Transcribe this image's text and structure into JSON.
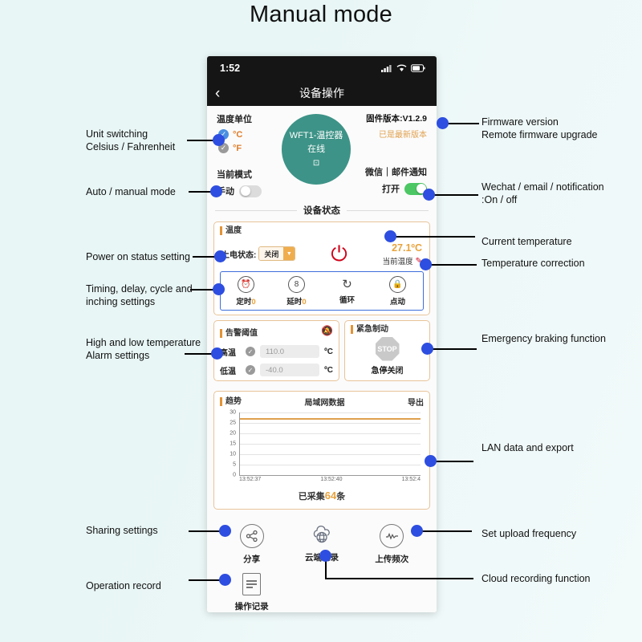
{
  "page": {
    "title": "Manual mode"
  },
  "phone": {
    "status_bar": {
      "time": "1:52",
      "signal_icon": "cellular-signal-icon",
      "wifi_icon": "wifi-icon",
      "battery_icon": "battery-icon"
    },
    "nav": {
      "back_icon": "chevron-left-icon",
      "title": "设备操作"
    },
    "unit": {
      "section_label": "温度单位",
      "options": [
        {
          "label": "°C",
          "selected": true,
          "check": "✓"
        },
        {
          "label": "°F",
          "selected": false,
          "check": "✓"
        }
      ]
    },
    "firmware": {
      "version_label": "固件版本:V1.2.9",
      "status": "已是最新版本"
    },
    "device": {
      "name": "WFT1-温控器",
      "state": "在线",
      "edit_icon": "edit-square-icon"
    },
    "mode": {
      "label": "当前模式",
      "value": "手动",
      "toggle_on": false
    },
    "notify": {
      "label": "微信｜邮件通知",
      "value": "打开",
      "toggle_on": true
    },
    "section_divider": "设备状态",
    "temperature_card": {
      "title": "温度",
      "power_state_label": "上电状态:",
      "power_state_value": "关闭",
      "power_icon": "power-button-icon",
      "current_value": "27.1ºC",
      "current_label": "当前温度",
      "correct_icon": "pencil-edit-icon",
      "quads": [
        {
          "icon": "alarm-clock-icon",
          "label": "定时",
          "num": "0"
        },
        {
          "icon": "hourglass-icon",
          "label": "延时",
          "num": "0"
        },
        {
          "icon": "cycle-arrows-icon",
          "label": "循环",
          "num": ""
        },
        {
          "icon": "lock-icon",
          "label": "点动",
          "num": ""
        }
      ]
    },
    "alarm_card": {
      "title": "告警阈值",
      "mute_icon": "bell-muted-icon",
      "rows": [
        {
          "label": "高温",
          "value": "110.0",
          "unit": "ºC",
          "checked": true
        },
        {
          "label": "低温",
          "value": "-40.0",
          "unit": "ºC",
          "checked": true
        }
      ]
    },
    "emergency_card": {
      "title": "紧急制动",
      "stop_icon": "stop-sign-icon",
      "stop_text": "STOP",
      "label": "急停关闭"
    },
    "trend_card": {
      "title": "趋势",
      "middle_label": "局域网数据",
      "export_label": "导出",
      "collected_prefix": "已采集",
      "collected_num": "64",
      "collected_suffix": "条"
    },
    "bottom_icons": [
      {
        "icon": "share-nodes-icon",
        "label": "分享"
      },
      {
        "icon": "cloud-globe-icon",
        "label": "云端记录"
      },
      {
        "icon": "waveform-circle-icon",
        "label": "上传频次"
      }
    ],
    "bottom_icons2": [
      {
        "icon": "document-lines-icon",
        "label": "操作记录"
      }
    ]
  },
  "chart_data": {
    "type": "line",
    "title": "局域网数据",
    "xlabel": "",
    "ylabel": "",
    "ylim": [
      0,
      30
    ],
    "yticks": [
      0,
      5,
      10,
      15,
      20,
      25,
      30
    ],
    "xticks": [
      "13:52:37",
      "13:52:40",
      "13:52:4"
    ],
    "grid": true,
    "legend": "none",
    "series": [
      {
        "name": "温度",
        "color": "#e0a04e",
        "values": [
          27.1,
          27.1,
          27.1,
          27.1,
          27.1,
          27.1,
          27.1
        ]
      }
    ],
    "annotation": "已采集64条"
  },
  "annotations": {
    "left": [
      {
        "text": "Unit switching\nCelsius / Fahrenheit",
        "name": "annotation-unit-switching"
      },
      {
        "text": "Auto / manual mode",
        "name": "annotation-auto-manual-mode"
      },
      {
        "text": "Power on status setting",
        "name": "annotation-power-on-status"
      },
      {
        "text": "Timing, delay, cycle and\ninching settings",
        "name": "annotation-timing-delay-cycle"
      },
      {
        "text": "High and low temperature\nAlarm settings",
        "name": "annotation-alarm-settings"
      },
      {
        "text": "Sharing settings",
        "name": "annotation-sharing-settings"
      },
      {
        "text": "Operation record",
        "name": "annotation-operation-record"
      }
    ],
    "right": [
      {
        "text": "Firmware version\nRemote firmware upgrade",
        "name": "annotation-firmware-version"
      },
      {
        "text": "Wechat / email / notification\n:On / off",
        "name": "annotation-wechat-email"
      },
      {
        "text": "Current temperature",
        "name": "annotation-current-temperature"
      },
      {
        "text": "Temperature correction",
        "name": "annotation-temperature-correction"
      },
      {
        "text": "Emergency braking function",
        "name": "annotation-emergency-braking"
      },
      {
        "text": "LAN data and export",
        "name": "annotation-lan-data-export"
      },
      {
        "text": "Set upload frequency",
        "name": "annotation-upload-frequency"
      },
      {
        "text": "Cloud recording function",
        "name": "annotation-cloud-recording"
      }
    ]
  },
  "colors": {
    "accent_blue": "#2d4ee0",
    "orange": "#e8a33d",
    "green": "#3d9387",
    "red": "#d0021b"
  }
}
